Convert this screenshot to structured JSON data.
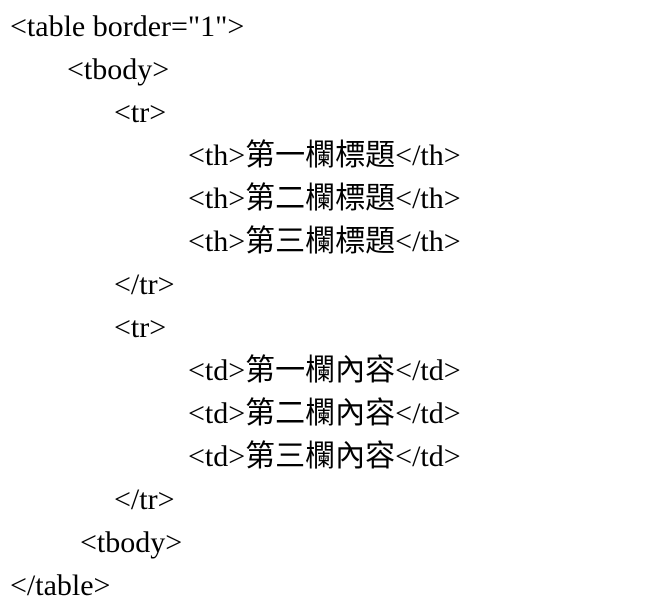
{
  "code": {
    "lines": [
      {
        "text": "<table border=\"1\">"
      },
      {
        "text": "<tbody>"
      },
      {
        "text": "<tr>"
      },
      {
        "text": "<th>第一欄標題</th>"
      },
      {
        "text": "<th>第二欄標題</th>"
      },
      {
        "text": "<th>第三欄標題</th>"
      },
      {
        "text": "</tr>"
      },
      {
        "text": "<tr>"
      },
      {
        "text": "<td>第一欄內容</td>"
      },
      {
        "text": "<td>第二欄內容</td>"
      },
      {
        "text": "<td>第三欄內容</td>"
      },
      {
        "text": "</tr>"
      },
      {
        "text": "<tbody>"
      },
      {
        "text": "</table>"
      }
    ]
  },
  "colors": {
    "background": "#ffffff",
    "text": "#000000"
  }
}
